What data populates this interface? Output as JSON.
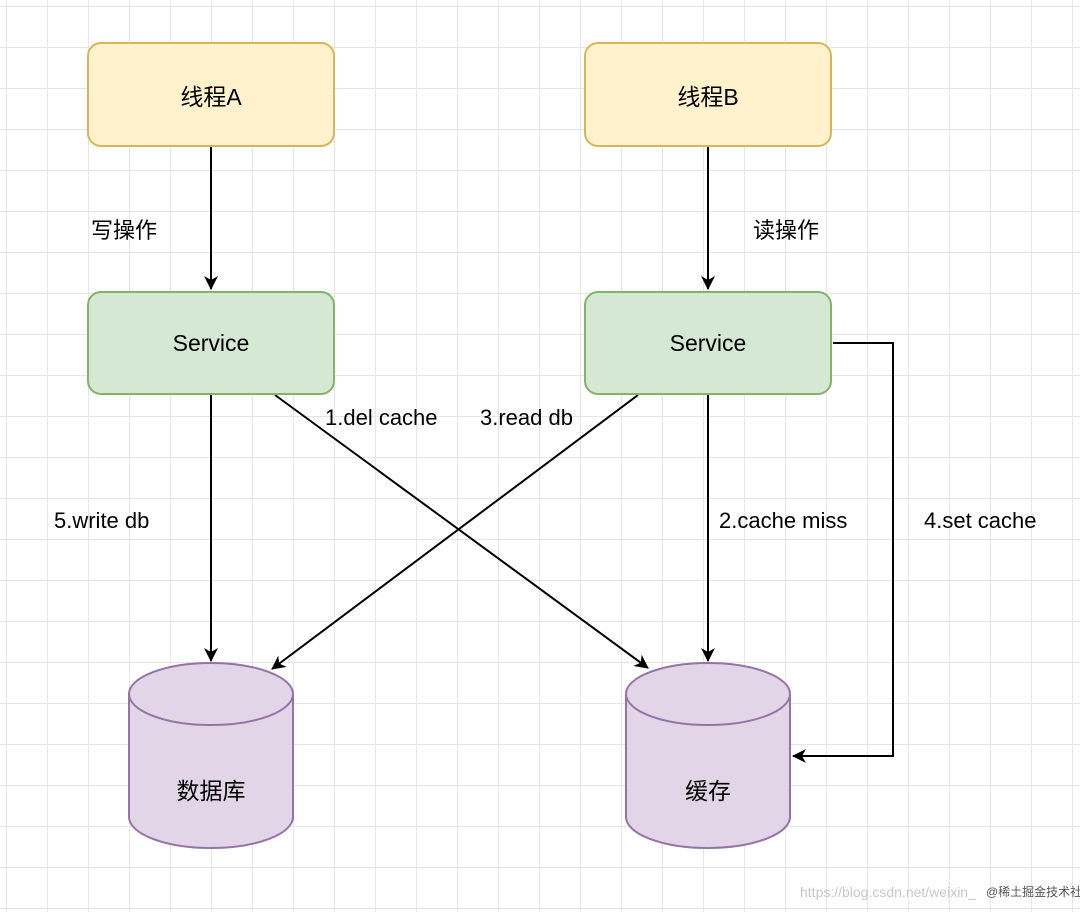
{
  "nodes": {
    "thread_a": "线程A",
    "thread_b": "线程B",
    "service_a": "Service",
    "service_b": "Service",
    "database": "数据库",
    "cache": "缓存"
  },
  "edge_labels": {
    "write_op": "写操作",
    "read_op": "读操作",
    "del_cache": "1.del cache",
    "cache_miss": "2.cache miss",
    "read_db": "3.read db",
    "set_cache": "4.set cache",
    "write_db": "5.write db"
  },
  "colors": {
    "thread_fill": "#fff2cc",
    "thread_stroke": "#d6b656",
    "service_fill": "#d5e8d4",
    "service_stroke": "#82b366",
    "store_fill": "#e1d5e7",
    "store_stroke": "#9673a6"
  },
  "watermark": {
    "url": "https://blog.csdn.net/weixin_",
    "badge": "@稀土掘金技术社区"
  }
}
